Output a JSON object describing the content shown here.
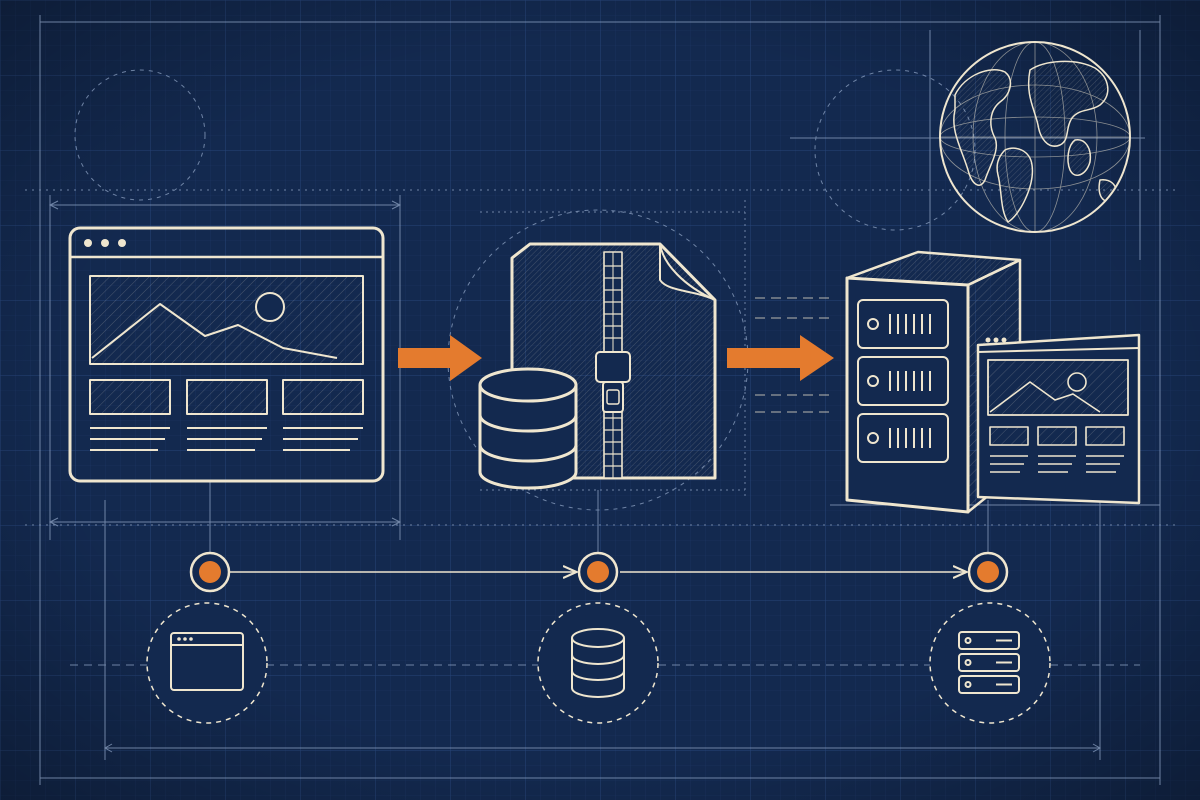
{
  "colors": {
    "background": "#13294f",
    "background_edge": "#0d1f3d",
    "grid_minor": "#1e3765",
    "grid_major": "#27457a",
    "line": "#efe6cf",
    "guide": "#8ea3c4",
    "accent": "#e47b2e"
  },
  "stages": [
    {
      "name": "website",
      "mini_icon": "browser-window-icon"
    },
    {
      "name": "compressed-archive",
      "mini_icon": "database-icon"
    },
    {
      "name": "server",
      "mini_icon": "server-rack-icon"
    }
  ],
  "icons": [
    "browser-window-icon",
    "zip-file-icon",
    "database-icon",
    "server-rack-icon",
    "globe-icon",
    "arrow-right-icon"
  ]
}
